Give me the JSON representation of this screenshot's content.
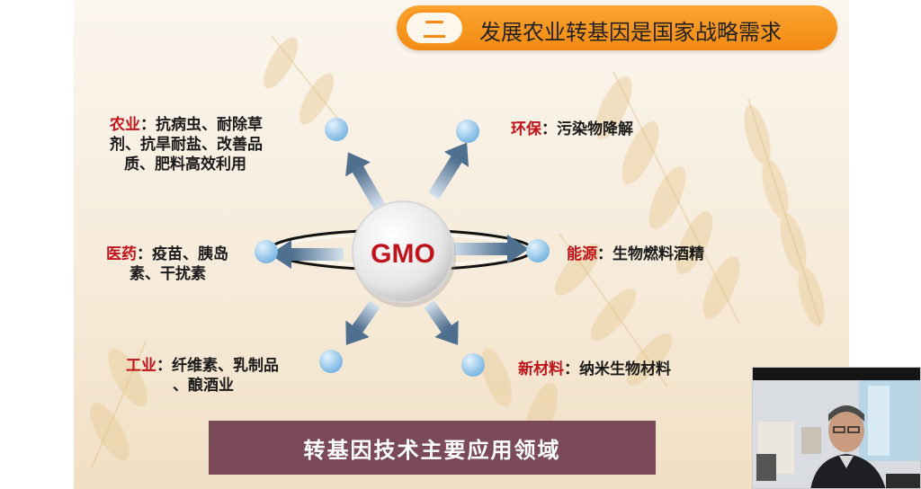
{
  "title": {
    "badge": "二",
    "text": "发展农业转基因是国家战略需求"
  },
  "center": {
    "label": "GMO"
  },
  "applications": [
    {
      "category": "农业",
      "line1": "：抗病虫、耐除草",
      "line2": "剂、抗旱耐盐、改善品",
      "line3": "质、肥料高效利用"
    },
    {
      "category": "环保",
      "line1": "：污染物降解"
    },
    {
      "category": "医药",
      "line1": "：疫苗、胰岛",
      "line2": "素、干扰素"
    },
    {
      "category": "能源",
      "line1": "：生物燃料酒精"
    },
    {
      "category": "工业",
      "line1": "：纤维素、乳制品",
      "line2": "、酿酒业"
    },
    {
      "category": "新材料",
      "line1": "：纳米生物材料"
    }
  ],
  "caption": "转基因技术主要应用领域",
  "colors": {
    "title_bar": "#f7941d",
    "category_text": "#c0141c",
    "caption_bar": "#7a4a58",
    "arrow": "#5f7f9c",
    "node": "#8cc4ea"
  }
}
